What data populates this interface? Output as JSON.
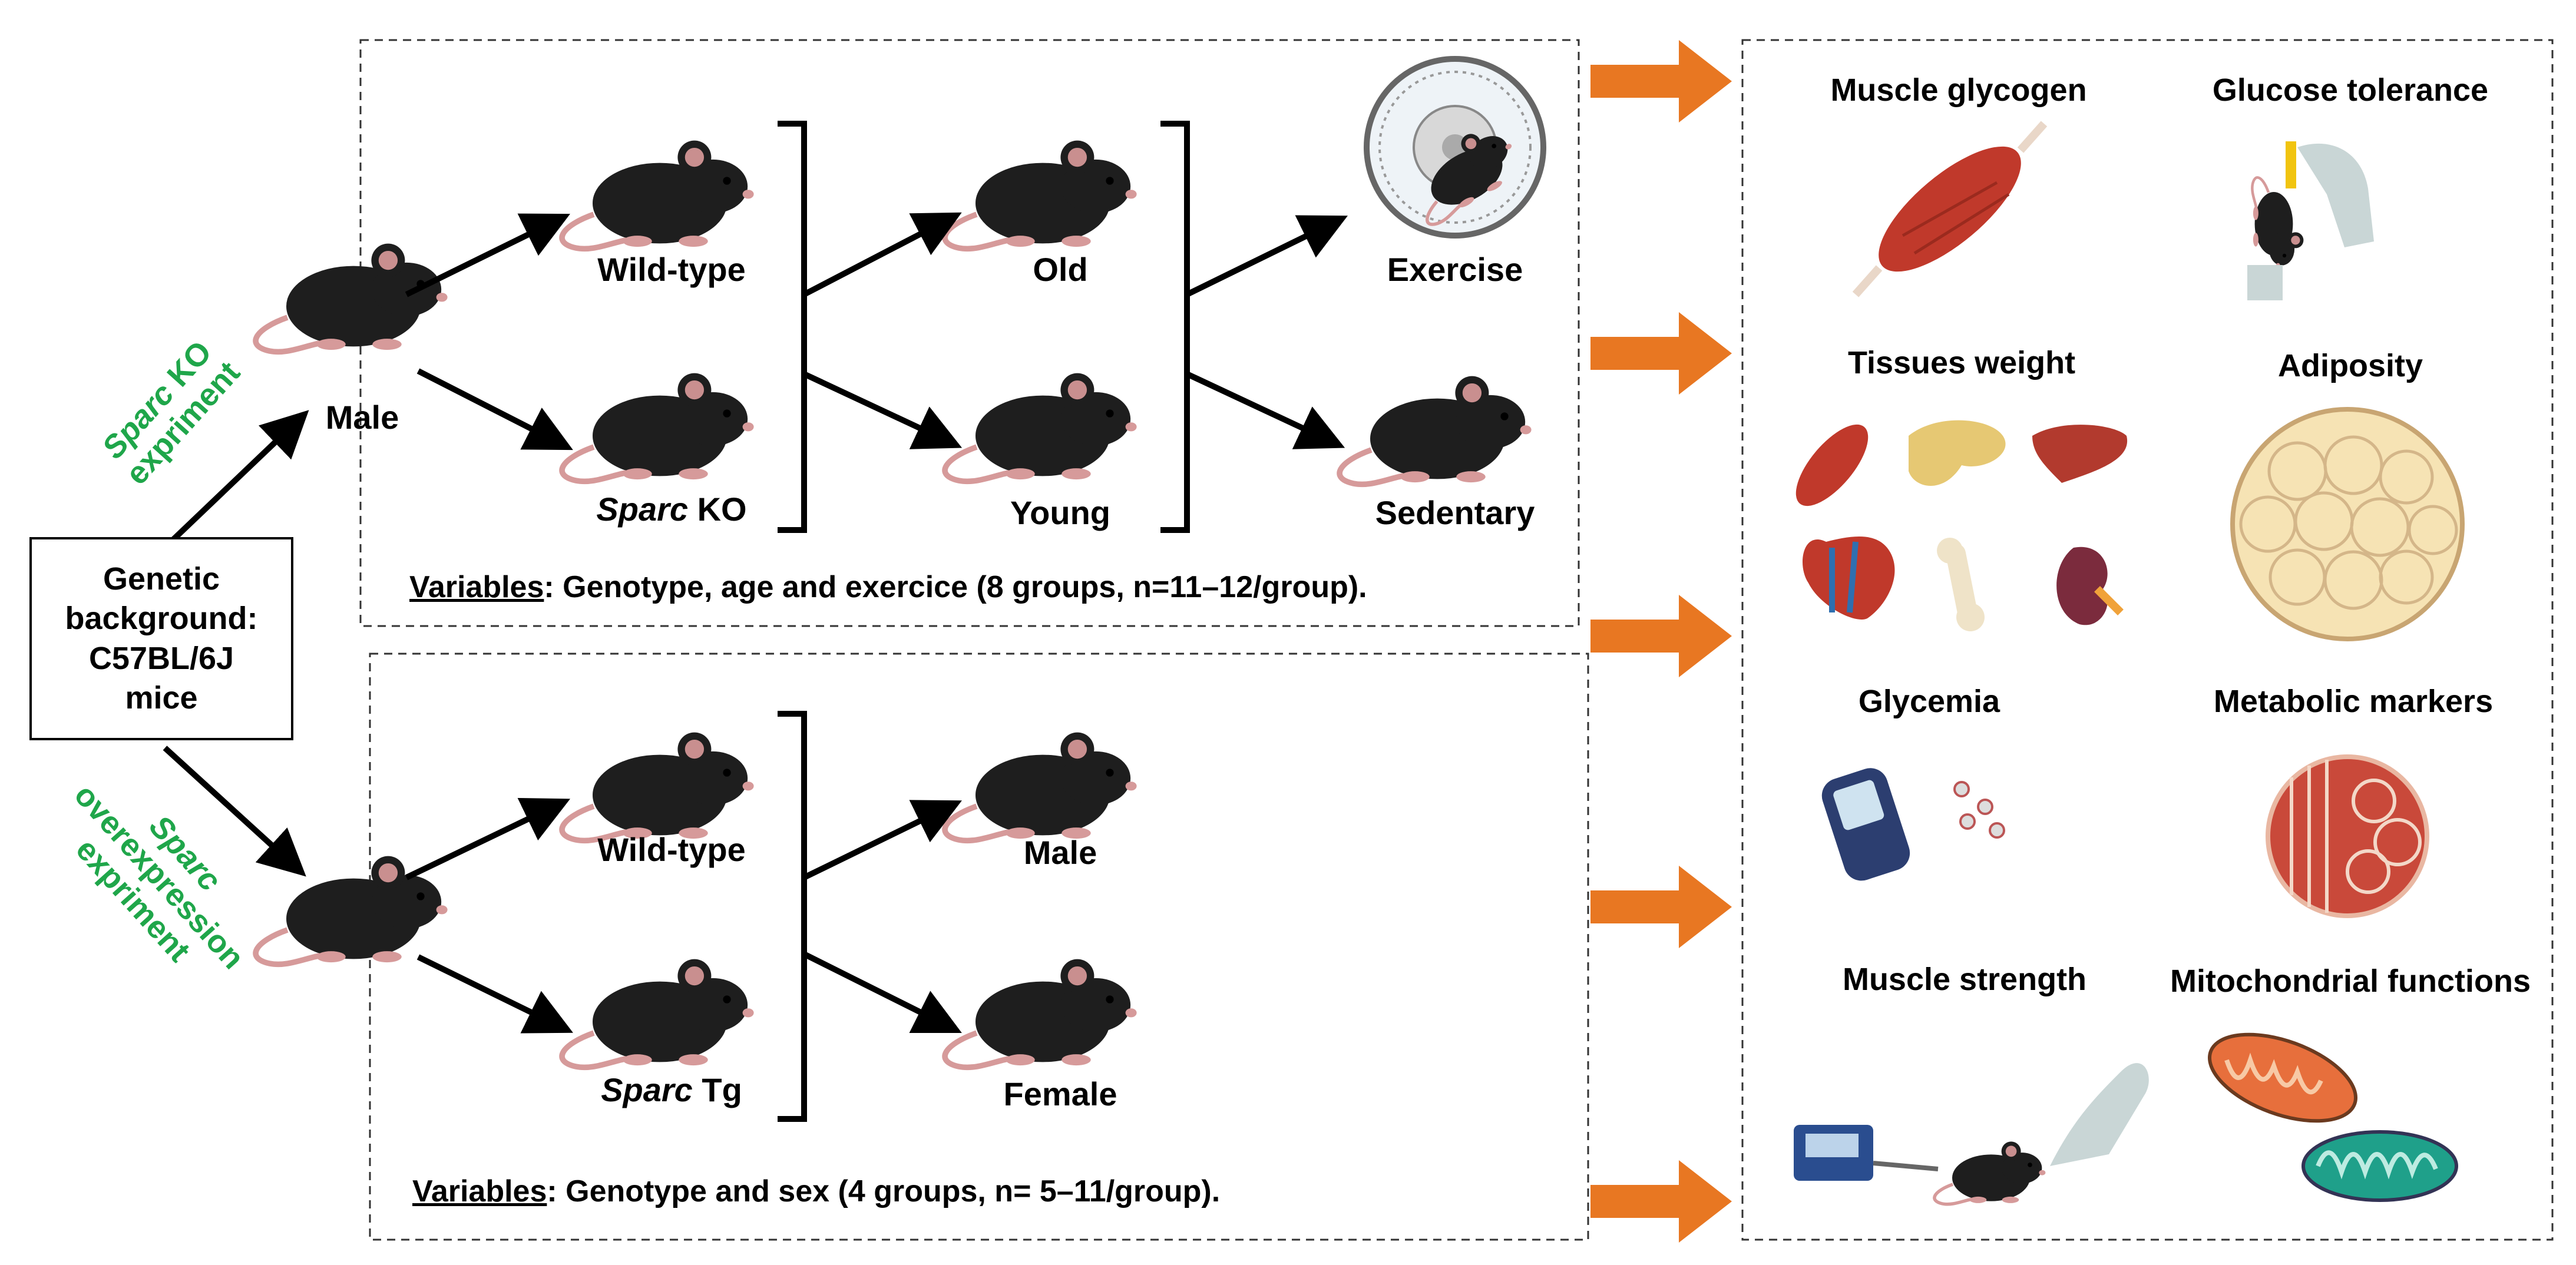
{
  "background": {
    "line1": "Genetic",
    "line2": "background:",
    "line3": "C57BL/6J",
    "line4": "mice"
  },
  "ko_experiment": {
    "italic": "Sparc",
    "rest": " KO",
    "line2": "expriment"
  },
  "oe_experiment": {
    "line1": "Sparc",
    "line2": "overexpression",
    "line3": "expriment"
  },
  "top": {
    "male": "Male",
    "wild_type": "Wild-type",
    "ko_italic": "Sparc",
    "ko_rest": " KO",
    "old": "Old",
    "young": "Young",
    "exercise": "Exercise",
    "sedentary": "Sedentary",
    "variables_label": "Variables",
    "variables_text": ":  Genotype, age and exercice (8 groups, n=11–12/group)."
  },
  "bottom": {
    "wild_type": "Wild-type",
    "tg_italic": "Sparc",
    "tg_rest": " Tg",
    "male": "Male",
    "female": "Female",
    "variables_label": "Variables",
    "variables_text": ":  Genotype and sex (4 groups, n= 5–11/group)."
  },
  "outcomes": {
    "muscle_glycogen": "Muscle glycogen",
    "glucose_tolerance": "Glucose tolerance",
    "tissues_weight": "Tissues weight",
    "adiposity": "Adiposity",
    "glycemia": "Glycemia",
    "metabolic_markers": "Metabolic markers",
    "muscle_strength": "Muscle strength",
    "mitochondrial_functions": "Mitochondrial functions"
  },
  "colors": {
    "green_text": "#1fa64a",
    "orange_arrow": "#e87722",
    "mouse": "#1e1e1e"
  }
}
